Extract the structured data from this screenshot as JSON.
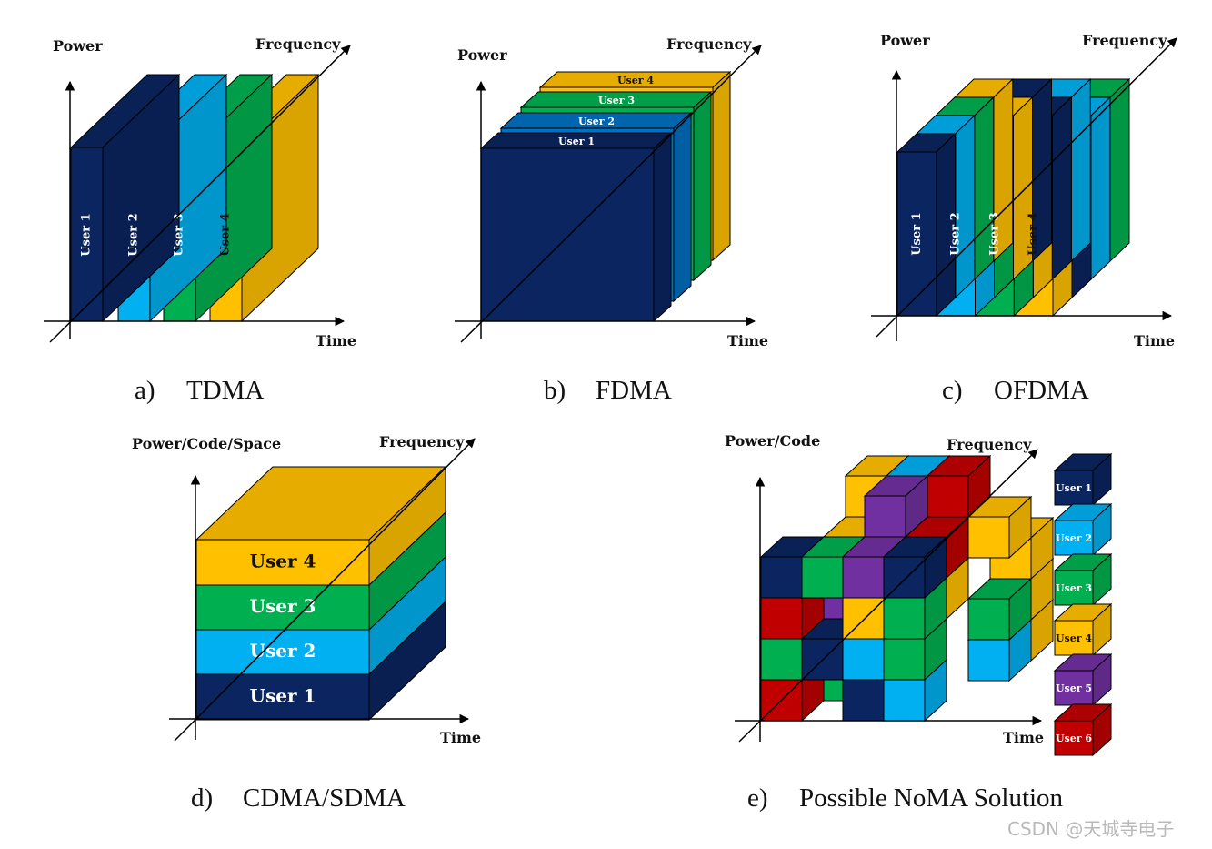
{
  "colors": {
    "user1": "#0b2560",
    "user2": "#00b0f0",
    "user3": "#00b050",
    "user4": "#ffc000",
    "user5": "#7030a0",
    "user6": "#c00000",
    "fdma_user2": "#0070c0"
  },
  "panel_a": {
    "power": "Power",
    "frequency": "Frequency",
    "time": "Time",
    "caption_letter": "a)",
    "caption": "TDMA",
    "users": [
      "User 1",
      "User 2",
      "User 3",
      "User 4"
    ]
  },
  "panel_b": {
    "power": "Power",
    "frequency": "Frequency",
    "time": "Time",
    "caption_letter": "b)",
    "caption": "FDMA",
    "users": [
      "User 1",
      "User 2",
      "User 3",
      "User 4"
    ]
  },
  "panel_c": {
    "power": "Power",
    "frequency": "Frequency",
    "time": "Time",
    "caption_letter": "c)",
    "caption": "OFDMA",
    "users": [
      "User 1",
      "User 2",
      "User 3",
      "User 4"
    ]
  },
  "panel_d": {
    "power": "Power/Code/Space",
    "frequency": "Frequency",
    "time": "Time",
    "caption_letter": "d)",
    "caption": "CDMA/SDMA",
    "users": [
      "User 1",
      "User 2",
      "User 3",
      "User 4"
    ]
  },
  "panel_e": {
    "power": "Power/Code",
    "frequency": "Frequency",
    "time": "Time",
    "caption_letter": "e)",
    "caption": "Possible NoMA Solution",
    "legend": [
      "User 1",
      "User 2",
      "User 3",
      "User 4",
      "User 5",
      "User 6"
    ]
  },
  "watermark": "CSDN @天城寺电子"
}
